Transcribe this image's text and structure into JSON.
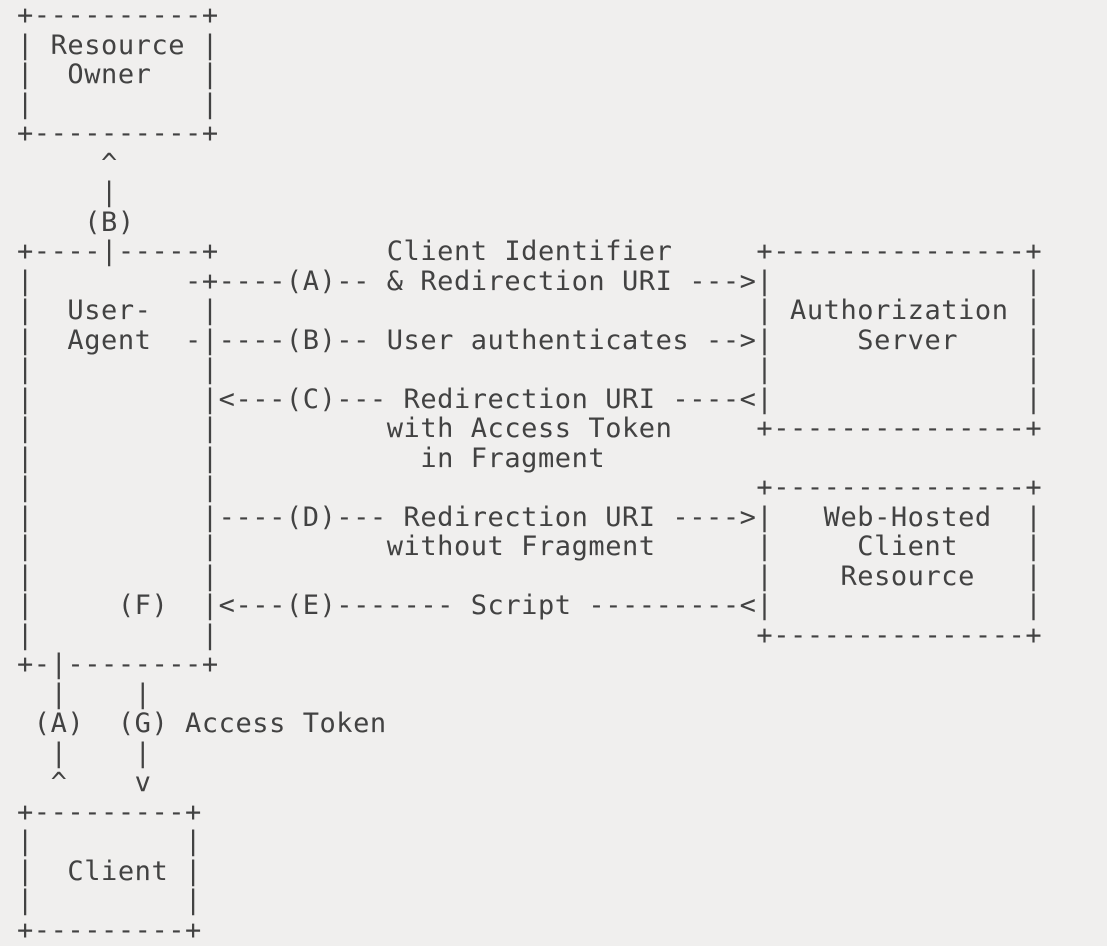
{
  "page": {
    "background_color": "#f0efee",
    "text_color": "#424242"
  },
  "diagram": {
    "ascii_lines": [
      "+----------+",
      "| Resource |",
      "|  Owner   |",
      "|          |",
      "+----------+",
      "     ^",
      "     |",
      "    (B)",
      "+----|-----+          Client Identifier     +---------------+",
      "|         -+----(A)-- & Redirection URI --->|               |",
      "|  User-   |                                | Authorization |",
      "|  Agent  -|----(B)-- User authenticates -->|     Server    |",
      "|          |                                |               |",
      "|          |<---(C)--- Redirection URI ----<|               |",
      "|          |          with Access Token     +---------------+",
      "|          |            in Fragment",
      "|          |                                +---------------+",
      "|          |----(D)--- Redirection URI ---->|   Web-Hosted  |",
      "|          |          without Fragment      |     Client    |",
      "|          |                                |    Resource   |",
      "|     (F)  |<---(E)------- Script ---------<|               |",
      "|          |                                +---------------+",
      "+-|--------+",
      "  |    |",
      " (A)  (G) Access Token",
      "  |    |",
      "  ^    v",
      "+---------+",
      "|         |",
      "|  Client |",
      "|         |",
      "+---------+"
    ],
    "entities": [
      {
        "label": "Resource Owner"
      },
      {
        "label": "User- Agent"
      },
      {
        "label": "Authorization Server"
      },
      {
        "label": "Web-Hosted Client Resource"
      },
      {
        "label": "Client"
      }
    ],
    "step_annotations": [
      {
        "label": "(A)",
        "text": "Client Identifier & Redirection URI"
      },
      {
        "label": "(B)",
        "text": "User authenticates"
      },
      {
        "label": "(C)",
        "text": "Redirection URI with Access Token in Fragment"
      },
      {
        "label": "(D)",
        "text": "Redirection URI without Fragment"
      },
      {
        "label": "(E)",
        "text": "Script"
      },
      {
        "label": "(F)",
        "text": ""
      },
      {
        "label": "(G)",
        "text": "Access Token"
      }
    ]
  }
}
